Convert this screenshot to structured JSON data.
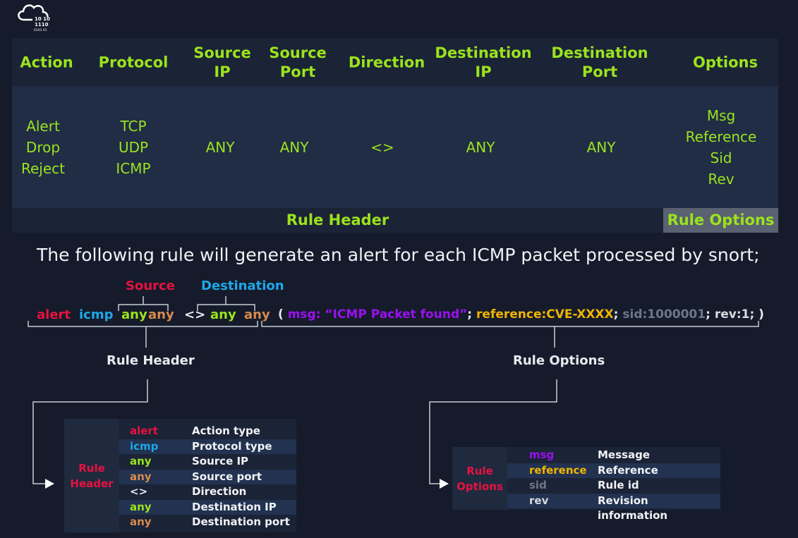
{
  "logo": {
    "name": "cloud-binary-logo",
    "text": "10 10 1110 0101"
  },
  "table": {
    "headers": [
      "Action",
      "Protocol",
      "Source IP",
      "Source Port",
      "Direction",
      "Destination IP",
      "Destination Port",
      "Options"
    ],
    "cells": [
      [
        "Alert",
        "Drop",
        "Reject"
      ],
      [
        "TCP",
        "UDP",
        "ICMP"
      ],
      [
        "ANY"
      ],
      [
        "ANY"
      ],
      [
        "<>"
      ],
      [
        "ANY"
      ],
      [
        "ANY"
      ],
      [
        "Msg",
        "Reference",
        "Sid",
        "Rev"
      ]
    ],
    "footer_header": "Rule Header",
    "footer_options": "Rule Options"
  },
  "sentence": "The following rule will generate an alert for each ICMP packet processed by snort;",
  "rule": {
    "source_label": "Source",
    "destination_label": "Destination",
    "tokens": [
      "alert",
      "icmp",
      "any",
      "any",
      "<>",
      "any",
      "any",
      "(",
      "msg: “ICMP Packet found”",
      ";",
      "reference:CVE-XXXX",
      ";",
      "sid:1000001",
      ";",
      "rev:1;",
      ")"
    ],
    "header_label": "Rule Header",
    "options_label": "Rule Options"
  },
  "header_legend": {
    "title": "Rule Header",
    "rows": [
      [
        "alert",
        "Action type"
      ],
      [
        "icmp",
        "Protocol type"
      ],
      [
        "any",
        "Source IP"
      ],
      [
        "any",
        "Source port"
      ],
      [
        "<>",
        "Direction"
      ],
      [
        "any",
        "Destination IP"
      ],
      [
        "any",
        "Destination port"
      ]
    ]
  },
  "options_legend": {
    "title": "Rule Options",
    "rows": [
      [
        "msg",
        "Message"
      ],
      [
        "reference",
        "Reference"
      ],
      [
        "sid",
        "Rule id"
      ],
      [
        "rev",
        "Revision information"
      ]
    ]
  },
  "colors": {
    "green": "#9be31e",
    "red": "#e8123f",
    "blue": "#1ea7e8",
    "orange": "#d98a4e",
    "purple": "#9b10f0",
    "yellow": "#f0b400",
    "grey": "#6e7687",
    "white": "#e8eaef"
  }
}
